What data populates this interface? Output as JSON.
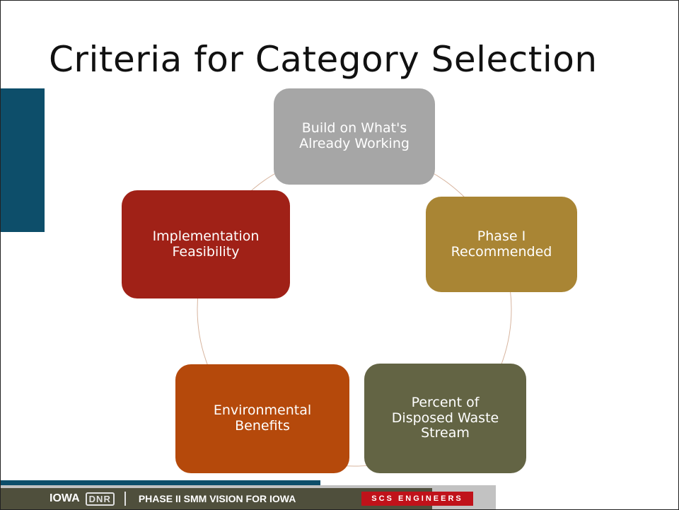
{
  "slide": {
    "title": "Criteria for Category Selection"
  },
  "diagram": {
    "type": "cycle",
    "nodes": [
      {
        "label": "Build on What's\nAlready Working",
        "color": "#a6a6a6"
      },
      {
        "label": "Phase I\nRecommended",
        "color": "#a98534"
      },
      {
        "label": "Percent of\nDisposed Waste\nStream",
        "color": "#636444"
      },
      {
        "label": "Environmental\nBenefits",
        "color": "#b5490b"
      },
      {
        "label": "Implementation\nFeasibility",
        "color": "#a02117"
      }
    ]
  },
  "footer": {
    "state": "IOWA",
    "agency_logo": "DNR",
    "project": "PHASE II SMM VISION FOR IOWA",
    "firm_logo": "SCS ENGINEERS"
  },
  "colors": {
    "accent": "#0d4e6a",
    "footer_bar": "#4f4f3c",
    "logo_red": "#c0121a"
  }
}
